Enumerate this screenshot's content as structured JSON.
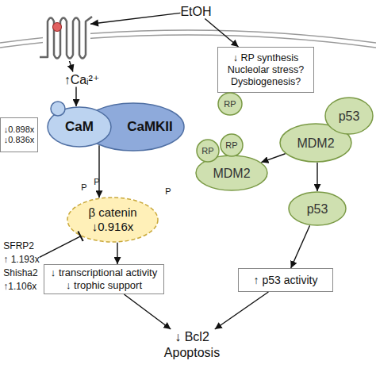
{
  "diagram": {
    "nodes": [
      {
        "text": [
          "EtOH"
        ]
      },
      {
        "text": [
          "↑Caᵢ²⁺"
        ]
      },
      {
        "text": [
          "↓ RP synthesis",
          "Nucleolar stress?",
          "Dysbiogenesis?"
        ]
      },
      {
        "text": [
          "RP"
        ]
      },
      {
        "text": [
          "p53"
        ]
      },
      {
        "text": [
          "CaM"
        ]
      },
      {
        "text": [
          "CaMKII"
        ]
      },
      {
        "text": [
          "↓0.898x",
          "↓0.836x"
        ]
      },
      {
        "text": [
          "MDM2"
        ]
      },
      {
        "text": [
          "RP"
        ]
      },
      {
        "text": [
          "RP"
        ]
      },
      {
        "text": [
          "MDM2"
        ]
      },
      {
        "text": [
          "β catenin",
          "↓0.916x"
        ]
      },
      {
        "text": [
          "p53"
        ]
      },
      {
        "text": [
          "SFRP2",
          "↑ 1.193x",
          "Shisha2",
          "↑1.106x"
        ]
      },
      {
        "text": [
          "↓ transcriptional activity",
          "↓ trophic support"
        ]
      },
      {
        "text": [
          "↑ p53 activity"
        ]
      },
      {
        "text": [
          "↓ Bcl2",
          "Apoptosis"
        ]
      }
    ],
    "edges": [
      {
        "from": 0,
        "to": 1,
        "arrow": "to"
      },
      {
        "from": 0,
        "to": 2,
        "arrow": "to"
      },
      {
        "from": 1,
        "to": 5,
        "arrow": "to"
      },
      {
        "from": 6,
        "to": 12,
        "arrow": "to"
      },
      {
        "from": 14,
        "to": 12,
        "arrow": "to"
      },
      {
        "from": 12,
        "to": 15,
        "arrow": "to"
      },
      {
        "from": 8,
        "to": 11,
        "arrow": "to"
      },
      {
        "from": 8,
        "to": 13,
        "arrow": "to"
      },
      {
        "from": 13,
        "to": 16,
        "arrow": "to"
      },
      {
        "from": 15,
        "to": 17,
        "arrow": "to"
      },
      {
        "from": 16,
        "to": 17,
        "arrow": "to"
      }
    ],
    "labels": [
      "P",
      "P",
      "P"
    ]
  }
}
